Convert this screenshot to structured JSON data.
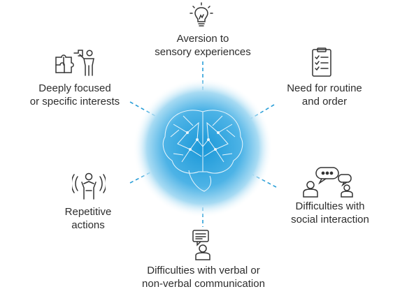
{
  "colors": {
    "glow_core": "#1a98d8",
    "glow_edge": "#ffffff",
    "connector": "#2a9fd8",
    "icon_stroke": "#333333",
    "text": "#2d2d2d"
  },
  "center": {
    "icon": "brain-icon"
  },
  "nodes": [
    {
      "id": "sensory",
      "icon": "lightbulb-icon",
      "lines": [
        "Aversion to",
        "sensory experiences"
      ]
    },
    {
      "id": "routine",
      "icon": "checklist-icon",
      "lines": [
        "Need for routine",
        "and order"
      ]
    },
    {
      "id": "social",
      "icon": "conversation-icon",
      "lines": [
        "Difficulties with",
        "social interaction"
      ]
    },
    {
      "id": "communication",
      "icon": "speaking-person-icon",
      "lines": [
        "Difficulties with verbal or",
        "non-verbal communication"
      ]
    },
    {
      "id": "repetitive",
      "icon": "repetitive-motion-icon",
      "lines": [
        "Repetitive",
        "actions"
      ]
    },
    {
      "id": "interests",
      "icon": "puzzle-person-icon",
      "lines": [
        "Deeply focused",
        "or specific interests"
      ]
    }
  ]
}
